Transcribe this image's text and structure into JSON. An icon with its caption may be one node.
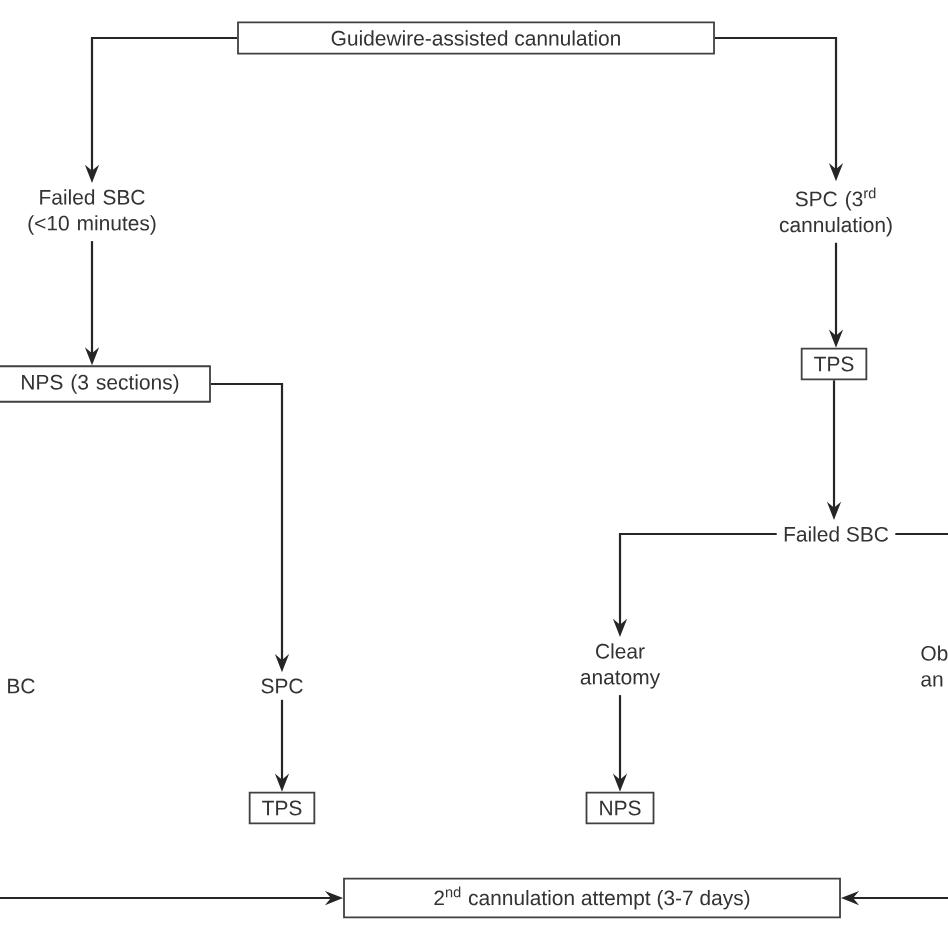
{
  "diagram": {
    "nodes": [
      {
        "text": [
          "Guidewire-assisted cannulation"
        ]
      },
      {
        "text": [
          "Failed SBC (<10 minutes)"
        ]
      },
      {
        "text": [
          "SPC (3$^{rd}$ cannulation)"
        ]
      },
      {
        "text": [
          "NPS (3 sections)"
        ]
      },
      {
        "text": [
          "TPS"
        ]
      },
      {
        "text": [
          "Failed SBC"
        ]
      },
      {
        "text": [
          "BC"
        ]
      },
      {
        "text": [
          "SPC"
        ]
      },
      {
        "text": [
          "Clear anatomy"
        ]
      },
      {
        "text": [
          "Ob an"
        ]
      },
      {
        "text": [
          "TPS"
        ]
      },
      {
        "text": [
          "NPS"
        ]
      },
      {
        "text": [
          "2$^{nd}$ cannulation attempt (3-7 days)"
        ]
      }
    ],
    "edges": [
      {
        "from": 0,
        "to": 1,
        "arrow": "to"
      },
      {
        "from": 0,
        "to": 2,
        "arrow": "to"
      },
      {
        "from": 1,
        "to": 3,
        "arrow": "to"
      },
      {
        "from": 3,
        "to": 7,
        "arrow": "to"
      },
      {
        "from": 2,
        "to": 4,
        "arrow": "to"
      },
      {
        "from": 4,
        "to": 5,
        "arrow": "to"
      },
      {
        "from": 5,
        "to": 8,
        "arrow": "to"
      },
      {
        "from": 5,
        "to": null,
        "arrow": "none"
      },
      {
        "from": 7,
        "to": 10,
        "arrow": "to"
      },
      {
        "from": 8,
        "to": 11,
        "arrow": "to"
      },
      {
        "from": null,
        "to": 12,
        "arrow": "to"
      },
      {
        "from": null,
        "to": 12,
        "arrow": "to"
      }
    ]
  }
}
